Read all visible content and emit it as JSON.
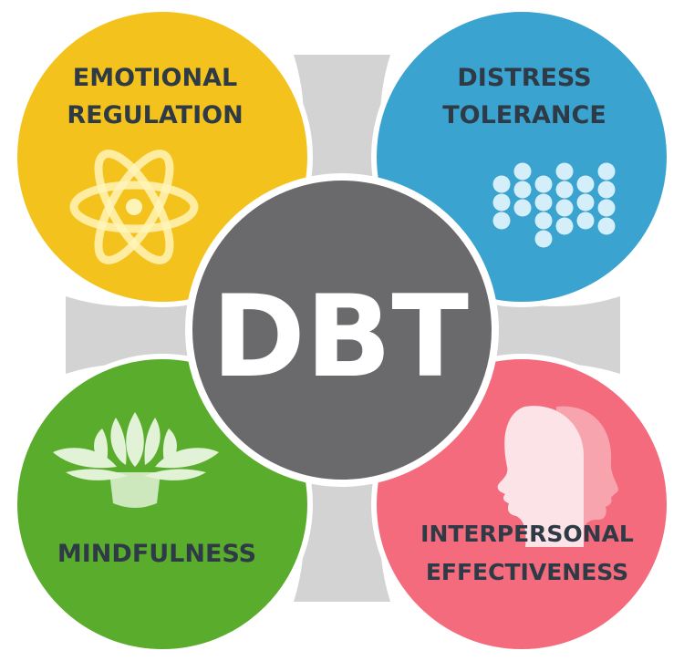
{
  "center": {
    "label": "DBT",
    "color": "#6a6a6c"
  },
  "connector_color": "#d3d3d3",
  "quadrants": {
    "emotional_regulation": {
      "line1": "EMOTIONAL",
      "line2": "REGULATION",
      "color": "#f4c21c",
      "icon": "atom-icon"
    },
    "distress_tolerance": {
      "line1": "DISTRESS",
      "line2": "TOLERANCE",
      "color": "#3ba3d0",
      "icon": "bead-columns-icon"
    },
    "mindfulness": {
      "line1": "MINDFULNESS",
      "color": "#5aad2c",
      "icon": "lotus-icon"
    },
    "interpersonal_effectiveness": {
      "line1": "INTERPERSONAL",
      "line2": "EFFECTIVENESS",
      "color": "#f36b7c",
      "icon": "two-heads-icon"
    }
  }
}
